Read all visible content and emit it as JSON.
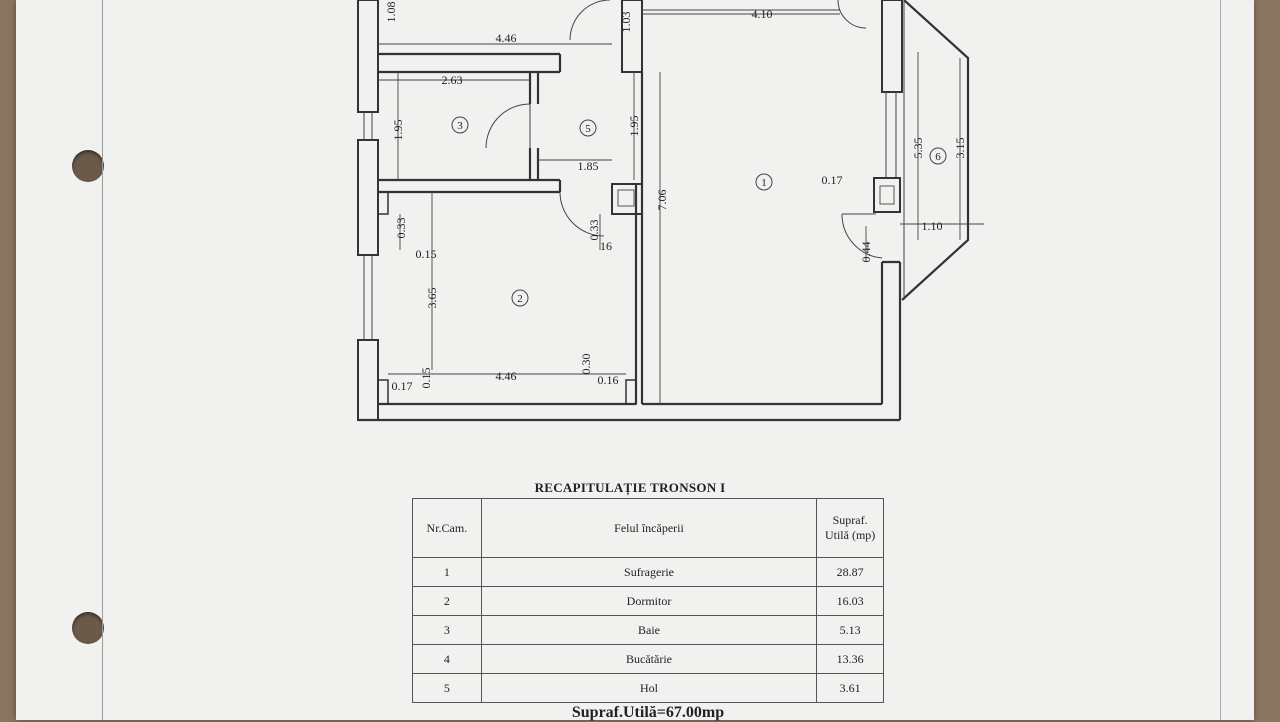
{
  "plan": {
    "dimensions": {
      "d_108": "1.08",
      "d_446_top": "4.46",
      "d_103": "1.03",
      "d_410": "4.10",
      "d_263": "2.63",
      "d_195_left": "1.95",
      "d_195_mid": "1.95",
      "d_185": "1.85",
      "d_706": "7.06",
      "d_017_right": "0.17",
      "d_535": "5.35",
      "d_315": "3.15",
      "d_110": "1.10",
      "d_044": "0.44",
      "d_033_left": "0.33",
      "d_033_mid": "0.33",
      "d_016_mid": "16",
      "d_015_left": "0.15",
      "d_365": "3.65",
      "d_017_bottom": "0.17",
      "d_015_bottom": "0.15",
      "d_446_bottom": "4.46",
      "d_030": "0.30",
      "d_016_bottom": "0.16"
    },
    "rooms": {
      "r1": "1",
      "r2": "2",
      "r3": "3",
      "r5": "5",
      "r6": "6"
    }
  },
  "recap": {
    "title": "RECAPITULAȚIE TRONSON I",
    "headers": {
      "nr": "Nr.Cam.",
      "name": "Felul încăperii",
      "area": "Supraf. Utilă (mp)"
    },
    "rows": [
      {
        "nr": "1",
        "name": "Sufragerie",
        "area": "28.87"
      },
      {
        "nr": "2",
        "name": "Dormitor",
        "area": "16.03"
      },
      {
        "nr": "3",
        "name": "Baie",
        "area": "5.13"
      },
      {
        "nr": "4",
        "name": "Bucătărie",
        "area": "13.36"
      },
      {
        "nr": "5",
        "name": "Hol",
        "area": "3.61"
      }
    ],
    "total": "Supraf.Utilă=67.00mp"
  }
}
